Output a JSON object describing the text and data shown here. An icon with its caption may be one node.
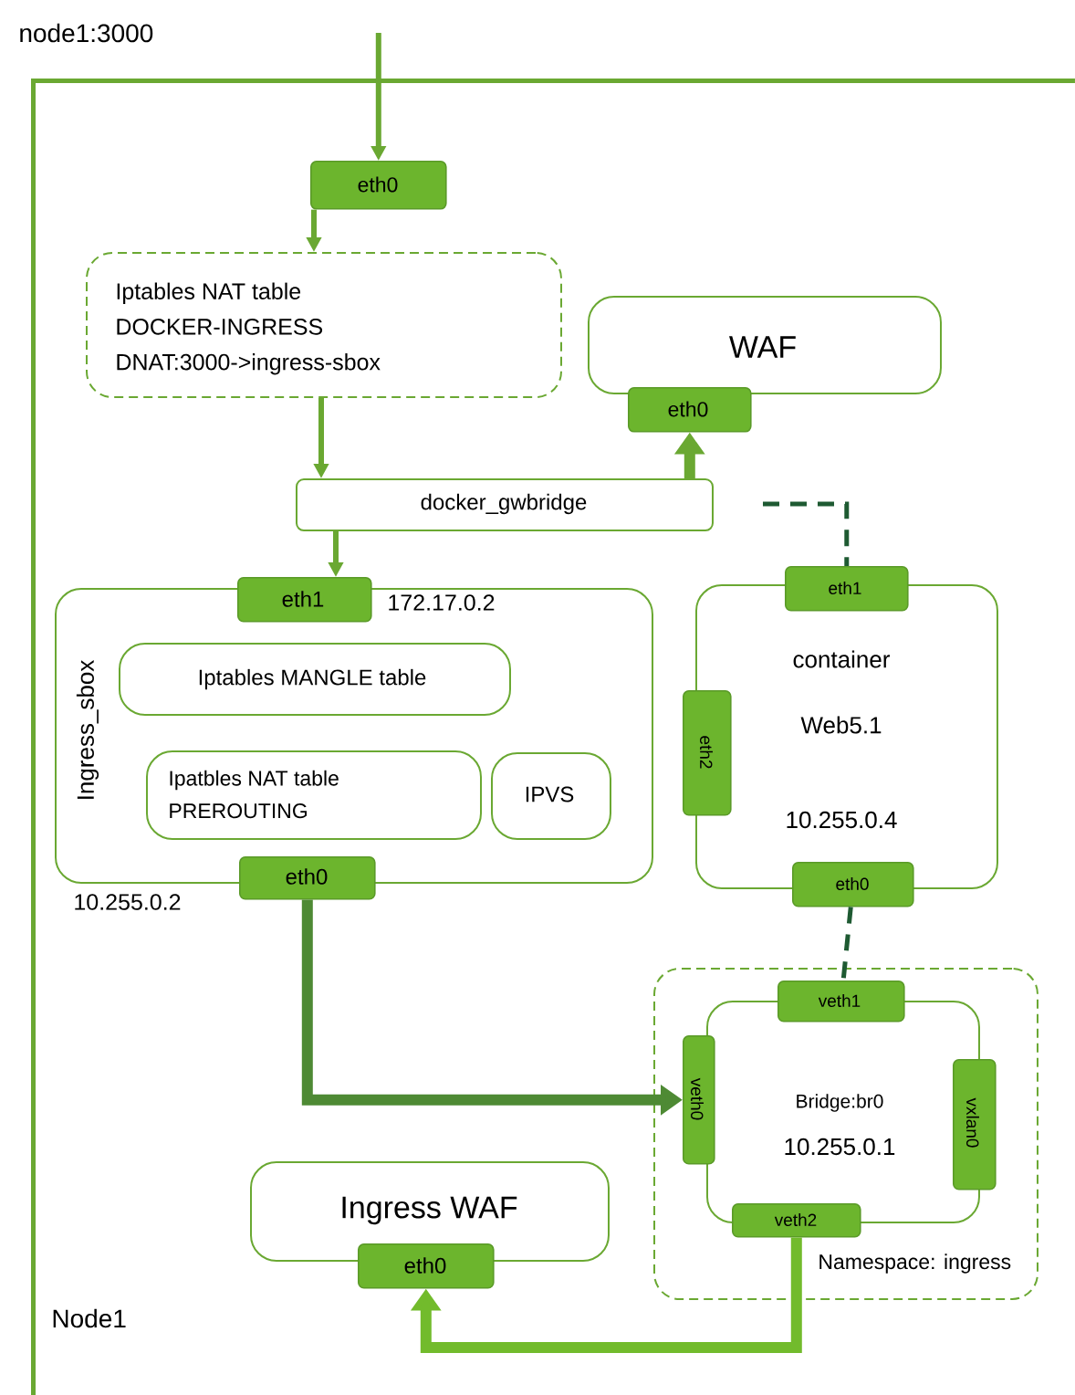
{
  "diagram": {
    "nodes": [
      {
        "text": [
          "node1:3000",
          "Node1"
        ]
      },
      {
        "text": [
          "eth0"
        ],
        "in": 0
      },
      {
        "text": [
          "Iptables NAT table",
          "DOCKER-INGRESS",
          "DNAT:3000->ingress-sbox"
        ],
        "in": 0
      },
      {
        "text": [
          "WAF"
        ],
        "in": 0
      },
      {
        "text": [
          "eth0"
        ],
        "in": 0
      },
      {
        "text": [
          "docker_gwbridge"
        ],
        "in": 0
      },
      {
        "text": [
          "Ingress_sbox"
        ],
        "in": 0
      },
      {
        "text": [
          "eth1"
        ],
        "in": 0,
        "beside": [
          "172.17.0.2"
        ]
      },
      {
        "text": [
          "Iptables MANGLE table"
        ],
        "in": 6
      },
      {
        "text": [
          "Ipatbles NAT table",
          "PREROUTING"
        ],
        "in": 6
      },
      {
        "text": [
          "IPVS"
        ],
        "in": 6
      },
      {
        "text": [
          "eth0"
        ],
        "in": 0,
        "beside": [
          "10.255.0.2"
        ]
      },
      {
        "text": [
          "container",
          "Web5.1",
          "10.255.0.4"
        ],
        "in": 0
      },
      {
        "text": [
          "eth1"
        ],
        "in": 0
      },
      {
        "text": [
          "eth2"
        ],
        "in": 0
      },
      {
        "text": [
          "eth0"
        ],
        "in": 0
      },
      {
        "text": [
          "Namespace: ingress"
        ],
        "in": 0
      },
      {
        "text": [
          "Bridge:br0",
          "10.255.0.1"
        ],
        "in": 16
      },
      {
        "text": [
          "veth1"
        ],
        "in": 16
      },
      {
        "text": [
          "veth0"
        ],
        "in": 16
      },
      {
        "text": [
          "vxlan0"
        ],
        "in": 16
      },
      {
        "text": [
          "veth2"
        ],
        "in": 16
      },
      {
        "text": [
          "Ingress WAF"
        ],
        "in": 0
      },
      {
        "text": [
          "eth0"
        ],
        "in": 0
      }
    ],
    "edges": [
      {
        "from": null,
        "to": 1,
        "arrow": "to"
      },
      {
        "from": 1,
        "to": 2,
        "arrow": "to"
      },
      {
        "from": 2,
        "to": 5,
        "arrow": "to"
      },
      {
        "from": 5,
        "to": 4,
        "arrow": "to",
        "style": "thick"
      },
      {
        "from": 5,
        "to": 7,
        "arrow": "to"
      },
      {
        "from": 5,
        "to": 13,
        "arrow": "none",
        "style": "dashed",
        "color": "#1e5a32"
      },
      {
        "from": 15,
        "to": 18,
        "arrow": "none",
        "style": "dashed",
        "color": "#1e5a32"
      },
      {
        "from": 11,
        "to": 19,
        "arrow": "to",
        "style": "thick",
        "color": "#4e8a34"
      },
      {
        "from": 21,
        "to": 23,
        "arrow": "to",
        "style": "thick",
        "color": "#72bb2c"
      }
    ]
  }
}
